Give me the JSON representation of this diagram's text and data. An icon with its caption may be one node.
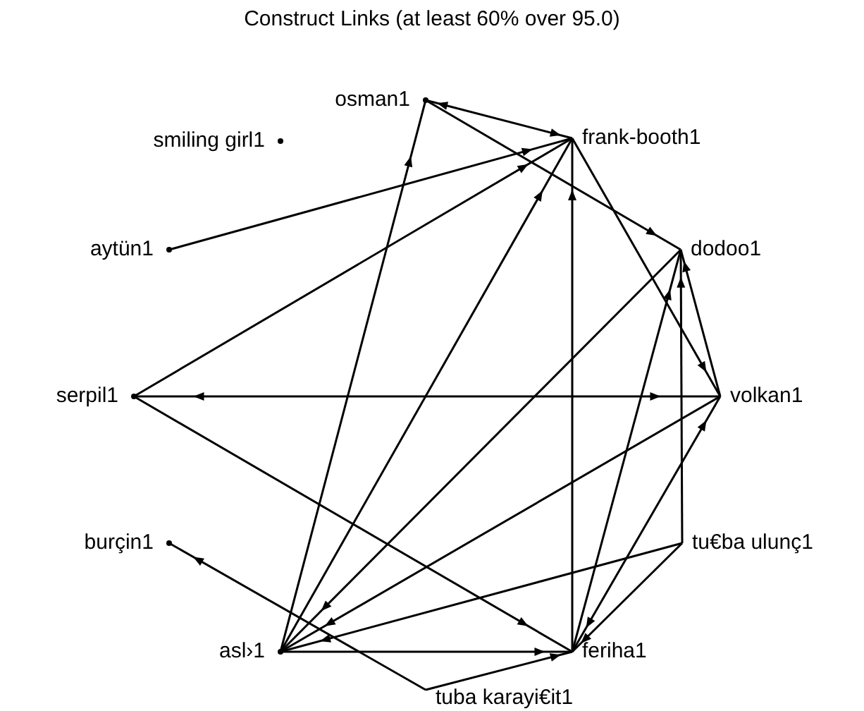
{
  "diagram": {
    "title": "Construct Links (at least 60% over 95.0)",
    "nodes": [
      {
        "text": [
          "osman1"
        ]
      },
      {
        "text": [
          "smiling girl1"
        ]
      },
      {
        "text": [
          "frank-booth1"
        ]
      },
      {
        "text": [
          "aytün1"
        ]
      },
      {
        "text": [
          "dodoo1"
        ]
      },
      {
        "text": [
          "serpil1"
        ]
      },
      {
        "text": [
          "volkan1"
        ]
      },
      {
        "text": [
          "burçin1"
        ]
      },
      {
        "text": [
          "tu€ba ulunç1"
        ]
      },
      {
        "text": [
          "asl›1"
        ]
      },
      {
        "text": [
          "feriha1"
        ]
      },
      {
        "text": [
          "tuba karayi€it1"
        ]
      }
    ],
    "edges": [
      {
        "from": 0,
        "to": 2,
        "arrow": "both"
      },
      {
        "from": 3,
        "to": 2,
        "arrow": "to"
      },
      {
        "from": 5,
        "to": 2,
        "arrow": "to"
      },
      {
        "from": 9,
        "to": 0,
        "arrow": "to"
      },
      {
        "from": 0,
        "to": 4,
        "arrow": "to"
      },
      {
        "from": 9,
        "to": 2,
        "arrow": "to"
      },
      {
        "from": 10,
        "to": 2,
        "arrow": "to"
      },
      {
        "from": 5,
        "to": 6,
        "arrow": "both"
      },
      {
        "from": 5,
        "to": 10,
        "arrow": "to"
      },
      {
        "from": 4,
        "to": 9,
        "arrow": "to"
      },
      {
        "from": 10,
        "to": 4,
        "arrow": "to"
      },
      {
        "from": 8,
        "to": 4,
        "arrow": "to"
      },
      {
        "from": 6,
        "to": 4,
        "arrow": "to"
      },
      {
        "from": 2,
        "to": 6,
        "arrow": "to"
      },
      {
        "from": 6,
        "to": 9,
        "arrow": "to"
      },
      {
        "from": 10,
        "to": 6,
        "arrow": "both"
      },
      {
        "from": 8,
        "to": 10,
        "arrow": "to"
      },
      {
        "from": 8,
        "to": 9,
        "arrow": "to"
      },
      {
        "from": 9,
        "to": 10,
        "arrow": "to"
      },
      {
        "from": 11,
        "to": 10,
        "arrow": "to"
      },
      {
        "from": 11,
        "to": 7,
        "arrow": "to"
      }
    ]
  }
}
